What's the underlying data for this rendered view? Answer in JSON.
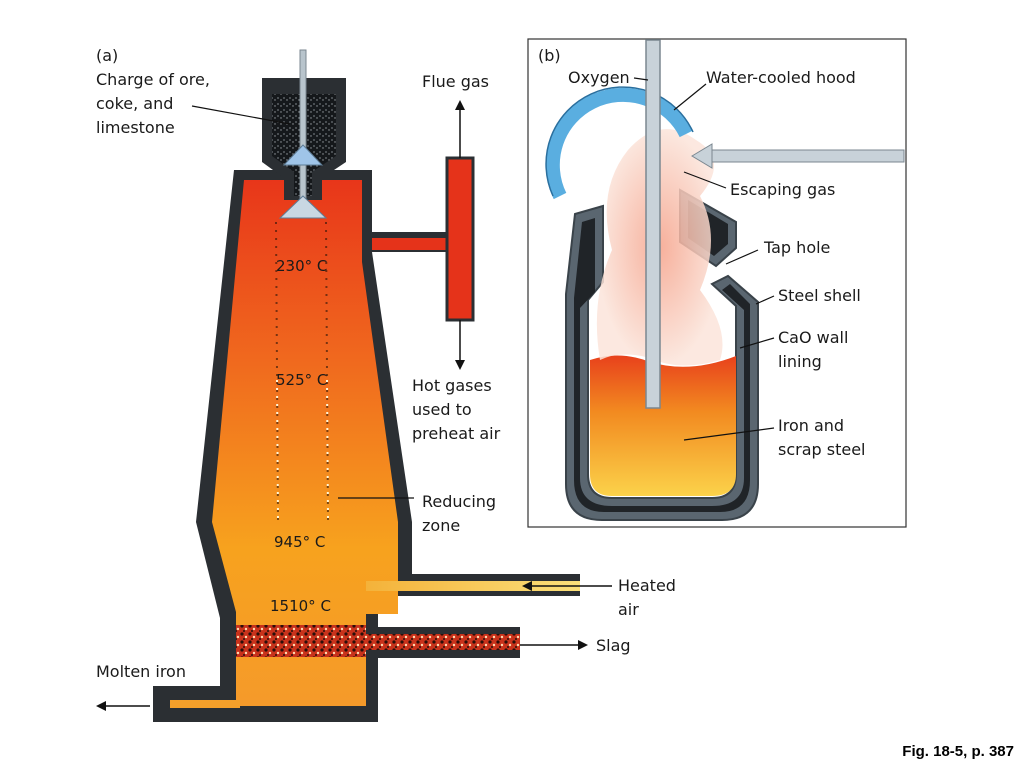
{
  "figure_a": {
    "tag": "(a)",
    "charge_lines": [
      "Charge of ore,",
      "coke, and",
      "limestone"
    ],
    "flue_gas": "Flue gas",
    "hot_gases_lines": [
      "Hot gases",
      "used to",
      "preheat air"
    ],
    "reducing_zone_lines": [
      "Reducing",
      "zone"
    ],
    "heated_air_lines": [
      "Heated",
      "air"
    ],
    "slag": "Slag",
    "molten_iron": "Molten iron",
    "temps": [
      "230° C",
      "525° C",
      "945° C",
      "1510° C"
    ]
  },
  "figure_b": {
    "tag": "(b)",
    "oxygen": "Oxygen",
    "hood": "Water-cooled hood",
    "escaping_gas": "Escaping gas",
    "tap_hole": "Tap hole",
    "steel_shell": "Steel shell",
    "cao_lines": [
      "CaO wall",
      "lining"
    ],
    "iron_lines": [
      "Iron and",
      "scrap steel"
    ]
  },
  "caption": "Fig. 18-5, p. 387",
  "colors": {
    "shell": "#2b2f33",
    "hot": "#e8411c",
    "warm": "#f7a21e",
    "hood": "#5aaee0",
    "lance": "#b8c4cc"
  }
}
